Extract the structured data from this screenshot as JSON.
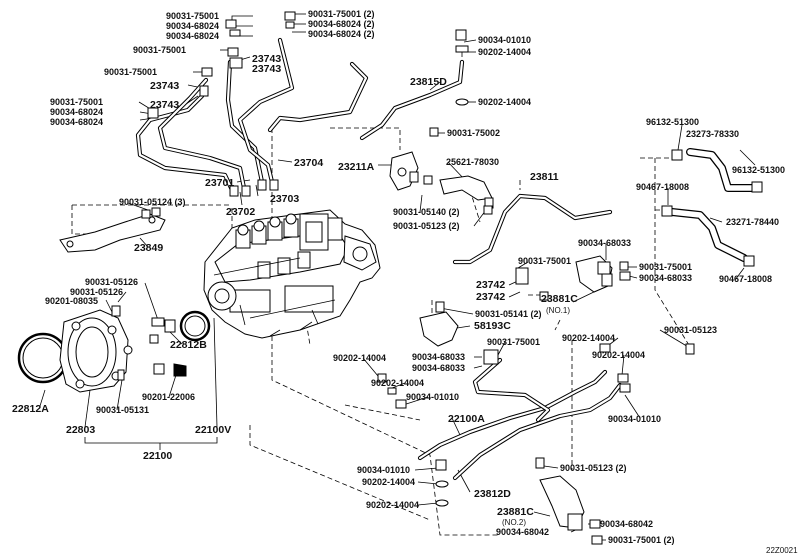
{
  "labels": {
    "p1": "90031-75001",
    "p2": "90034-68024",
    "p3": "90034-68024",
    "p4": "90031-75001 (2)",
    "p5": "90034-68024 (2)",
    "p6": "90034-68024 (2)",
    "p7": "90031-75001",
    "p8": "23743",
    "p9": "23743",
    "p10": "90031-75001",
    "p11": "23743",
    "p12": "90031-75001",
    "p13": "23743",
    "p14": "90031-75001",
    "p15": "90034-68024",
    "p16": "90034-68024",
    "p17": "23815D",
    "p18": "90034-01010",
    "p19": "90202-14004",
    "p20": "90202-14004",
    "p21": "90031-75002",
    "p22": "23704",
    "p23": "23211A",
    "p24": "25621-78030",
    "p25": "96132-51300",
    "p26": "23273-78330",
    "p27": "96132-51300",
    "p28": "23701",
    "p29": "23702",
    "p30": "23703",
    "p31": "90031-05124 (3)",
    "p32": "23811",
    "p33": "90031-05140 (2)",
    "p34": "90031-05123 (2)",
    "p35": "90467-18008",
    "p36": "23271-78440",
    "p37": "23849",
    "p38": "90034-68033",
    "p39": "90031-75001",
    "p40": "90031-75001",
    "p41": "90034-68033",
    "p42": "90467-18008",
    "p43": "90031-05126",
    "p44": "90031-05126",
    "p45": "90201-08035",
    "p46": "23742",
    "p47": "23742",
    "p48": "23881C",
    "p49": "(NO.1)",
    "p50": "90031-05141 (2)",
    "p51": "58193C",
    "p52": "90031-05123",
    "p53": "22812B",
    "p54": "90031-75001",
    "p55": "90202-14004",
    "p56": "90202-14004",
    "p57": "90034-68033",
    "p58": "90034-68033",
    "p59": "90202-14004",
    "p60": "90202-14004",
    "p61": "90201-22006",
    "p62": "90034-01010",
    "p63": "22812A",
    "p64": "90031-05131",
    "p65": "22100A",
    "p66": "90034-01010",
    "p67": "22803",
    "p68": "22100V",
    "p69": "22100",
    "p70": "90034-01010",
    "p71": "90031-05123 (2)",
    "p72": "90202-14004",
    "p73": "23812D",
    "p74": "90202-14004",
    "p75": "23881C",
    "p76": "(NO.2)",
    "p77": "90034-68042",
    "p78": "90034-68042",
    "p79": "90031-75001 (2)",
    "p80": "22Z0021"
  }
}
